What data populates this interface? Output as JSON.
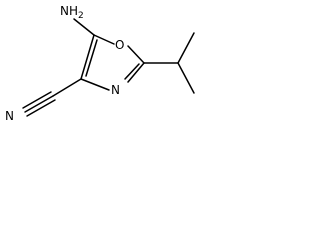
{
  "molecule": {
    "atoms": {
      "n_nitrile": "N",
      "n_ring": "N",
      "o_ring": "O",
      "amine_main": "NH",
      "amine_sub": "2"
    },
    "bond_color": "#000000"
  }
}
